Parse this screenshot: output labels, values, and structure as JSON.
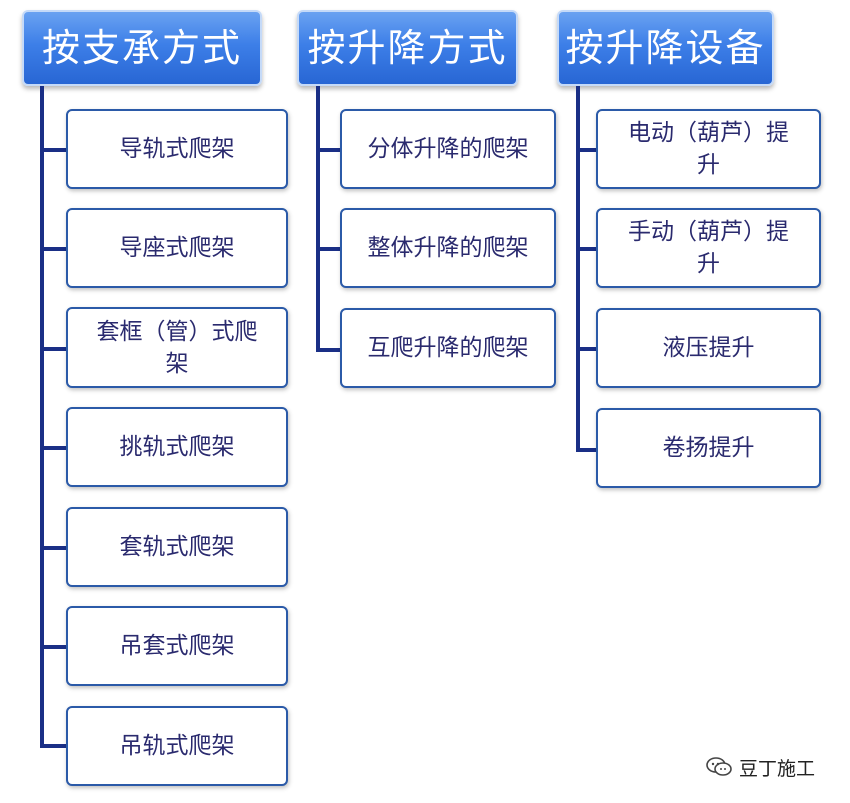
{
  "columns": [
    {
      "header": "按支承方式",
      "items": [
        "导轨式爬架",
        "导座式爬架",
        "套框（管）式爬架",
        "挑轨式爬架",
        "套轨式爬架",
        "吊套式爬架",
        "吊轨式爬架"
      ]
    },
    {
      "header": "按升降方式",
      "items": [
        "分体升降的爬架",
        "整体升降的爬架",
        "互爬升降的爬架"
      ]
    },
    {
      "header": "按升降设备",
      "items": [
        "电动（葫芦）提升",
        "手动（葫芦）提升",
        "液压提升",
        "卷扬提升"
      ]
    }
  ],
  "watermark": {
    "text": "豆丁施工",
    "icon": "wechat-icon"
  },
  "colors": {
    "header_fill": "#3d7fe8",
    "connector": "#1a2f86",
    "node_border": "#2b5aa8",
    "node_text": "#2a2a6e"
  }
}
